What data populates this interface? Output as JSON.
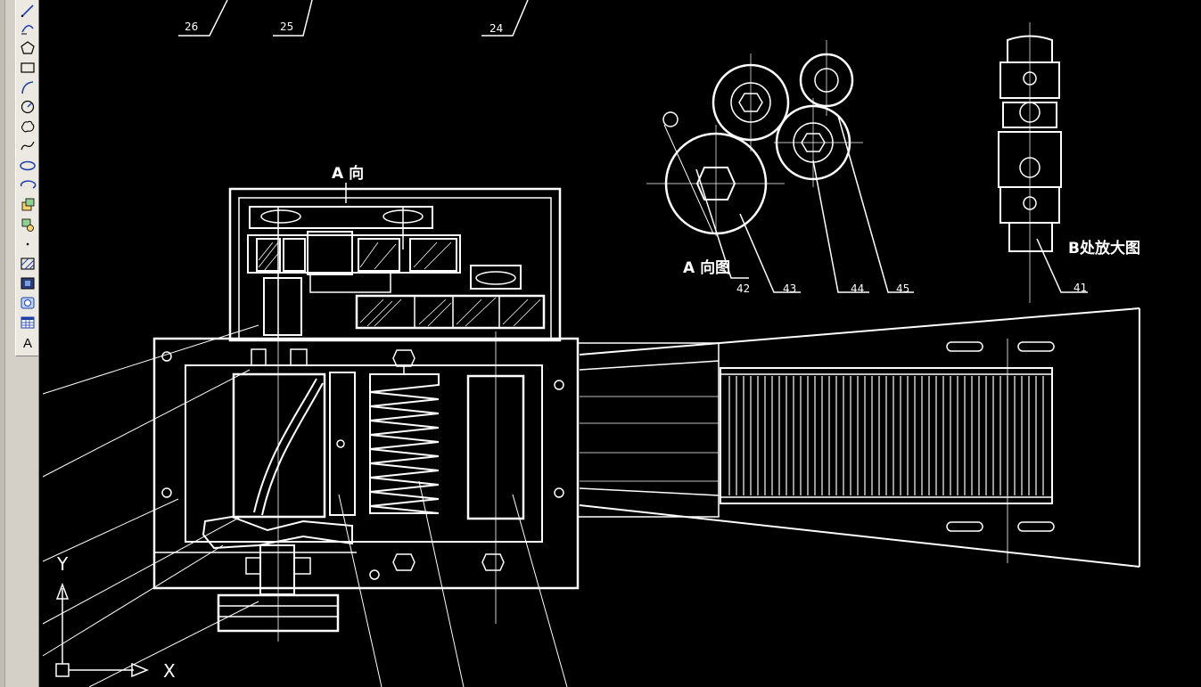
{
  "toolbar": {
    "tools": [
      {
        "name": "line-tool",
        "icon": "line-icon"
      },
      {
        "name": "construction-line-tool",
        "icon": "xline-icon"
      },
      {
        "name": "polygon-tool",
        "icon": "polygon-icon"
      },
      {
        "name": "rectangle-tool",
        "icon": "rectangle-icon"
      },
      {
        "name": "arc-tool",
        "icon": "arc-icon"
      },
      {
        "name": "circle-tool",
        "icon": "circle-icon"
      },
      {
        "name": "revision-cloud-tool",
        "icon": "cloud-icon"
      },
      {
        "name": "spline-tool",
        "icon": "spline-icon"
      },
      {
        "name": "ellipse-tool",
        "icon": "ellipse-icon"
      },
      {
        "name": "ellipse-arc-tool",
        "icon": "ellipse-arc-icon"
      },
      {
        "name": "insert-block-tool",
        "icon": "insert-block-icon"
      },
      {
        "name": "make-block-tool",
        "icon": "make-block-icon"
      },
      {
        "name": "point-tool",
        "icon": "point-icon"
      },
      {
        "name": "hatch-tool",
        "icon": "hatch-icon"
      },
      {
        "name": "gradient-tool",
        "icon": "gradient-icon"
      },
      {
        "name": "region-tool",
        "icon": "region-icon"
      },
      {
        "name": "table-tool",
        "icon": "table-icon"
      },
      {
        "name": "multiline-text-tool",
        "icon": "text-icon",
        "label": "A"
      }
    ]
  },
  "drawing": {
    "view_a_label": "A 向",
    "view_a_figure_label": "A 向图",
    "detail_b_label": "B处放大图",
    "callouts": [
      "26",
      "25",
      "24",
      "42",
      "43",
      "44",
      "45",
      "41"
    ]
  },
  "ucs": {
    "x_label": "X",
    "y_label": "Y"
  },
  "colors": {
    "background": "#000000",
    "lines": "#ffffff",
    "toolbar": "#d4d0c8",
    "tool_icon_blue": "#1f3fa8"
  }
}
